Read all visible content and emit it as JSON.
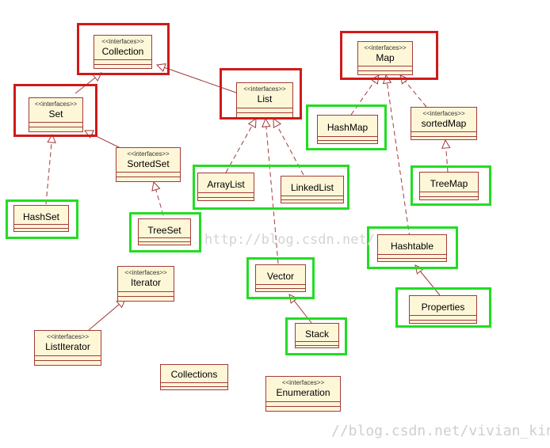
{
  "stereotype": "<<interfaces>>",
  "boxes": {
    "collection": "Collection",
    "set": "Set",
    "list": "List",
    "map": "Map",
    "sortedset": "SortedSet",
    "hashset": "HashSet",
    "treeset": "TreeSet",
    "arraylist": "ArrayList",
    "linkedlist": "LinkedList",
    "vector": "Vector",
    "stack": "Stack",
    "hashmap": "HashMap",
    "sortedmap": "sortedMap",
    "treemap": "TreeMap",
    "hashtable": "Hashtable",
    "properties": "Properties",
    "iterator": "Iterator",
    "listiterator": "ListIterator",
    "collections": "Collections",
    "enumeration": "Enumeration"
  },
  "watermarks": {
    "center": "http://blog.csdn.net/",
    "bottom": "//blog.csdn.net/vivian_king"
  },
  "colors": {
    "interface_frame": "#d01a1a",
    "class_frame": "#22dd22",
    "box_fill": "#fdf7d8",
    "box_border": "#a23a3a"
  }
}
